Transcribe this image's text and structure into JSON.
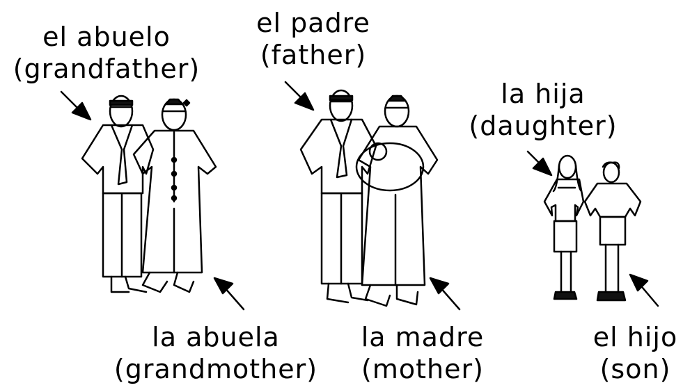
{
  "labels": {
    "abuelo": {
      "spanish": "el abuelo",
      "english": "(grandfather)"
    },
    "padre": {
      "spanish": "el padre",
      "english": "(father)"
    },
    "hija": {
      "spanish": "la hija",
      "english": "(daughter)"
    },
    "abuela": {
      "spanish": "la abuela",
      "english": "(grandmother)"
    },
    "madre": {
      "spanish": "la madre",
      "english": "(mother)"
    },
    "hijo": {
      "spanish": "el hijo",
      "english": "(son)"
    }
  }
}
